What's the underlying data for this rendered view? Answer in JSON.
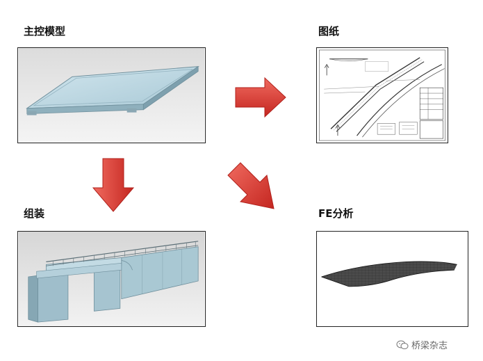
{
  "labels": {
    "master_model": "主控模型",
    "drawings": "图纸",
    "assembly": "组装",
    "fe_analysis": "FE分析"
  },
  "watermark": {
    "text": "桥梁杂志",
    "icon": "wechat-icon"
  },
  "colors": {
    "arrow_red": "#d8322c",
    "panel_border": "#222222",
    "model_blue": "#b9d6e2"
  }
}
